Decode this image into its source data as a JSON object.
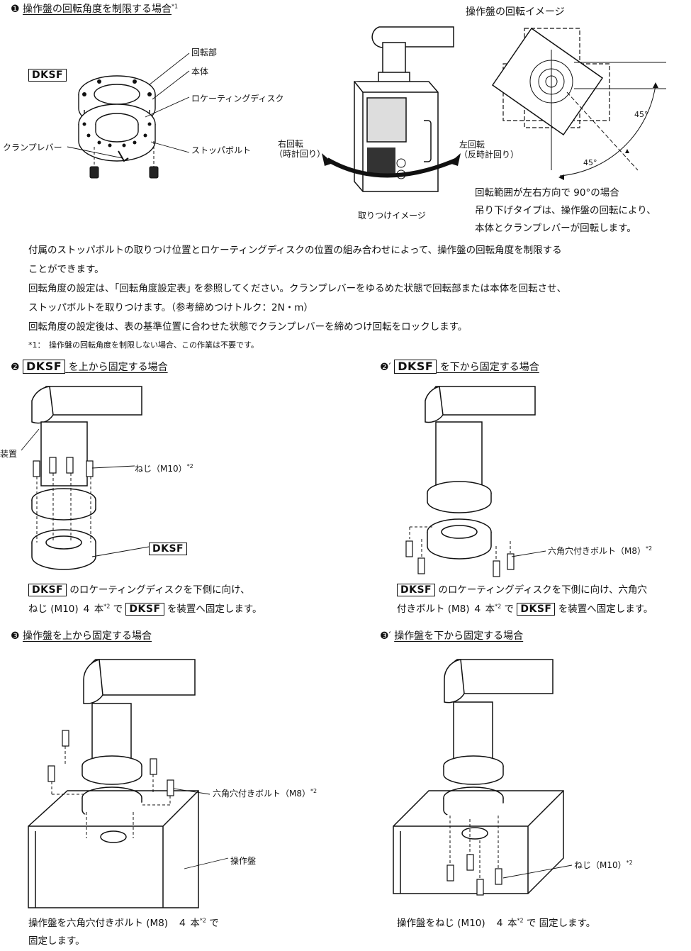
{
  "section1": {
    "num": "❶",
    "title": "操作盤の回転角度を制限する場合",
    "title_note": "*1",
    "rot_image_title": "操作盤の回転イメージ",
    "tag": "DKSF",
    "labels": {
      "rotating_part": "回転部",
      "body": "本体",
      "locating_disc": "ロケーティングディスク",
      "clamp_lever": "クランプレバー",
      "stopper_bolt": "ストッパボルト"
    },
    "rot_right_line1": "右回転",
    "rot_right_line2": "（時計回り）",
    "rot_left_line1": "左回転",
    "rot_left_line2": "（反時計回り）",
    "mount_caption": "取りつけイメージ",
    "angle1": "45°",
    "angle2": "45°",
    "caption_line1": "回転範囲が左右方向で 90°の場合",
    "caption_line2": "吊り下げタイプは、操作盤の回転により、",
    "caption_line3": "本体とクランプレバーが回転します。"
  },
  "body_text": {
    "line1": "付属のストッパボルトの取りつけ位置とロケーティングディスクの位置の組み合わせによって、操作盤の回転角度を制限する",
    "line2": "ことができます。",
    "line3": "回転角度の設定は、｢回転角度設定表｣ を参照してください。クランプレバーをゆるめた状態で回転部または本体を回転させ、",
    "line4": "ストッパボルトを取りつけます。（参考締めつけトルク：2N・m）",
    "line5": "回転角度の設定後は、表の基準位置に合わせた状態でクランプレバーを締めつけ回転をロックします。",
    "footnote": "*1：　操作盤の回転角度を制限しない場合、この作業は不要です。"
  },
  "section2": {
    "num": "❷",
    "tag": "DKSF",
    "title": "を上から固定する場合",
    "label_device": "装置",
    "label_screw": "ねじ（M10）",
    "note": "*2",
    "label_tag": "DKSF",
    "cap_tag1": "DKSF",
    "cap_text1": "のロケーティングディスクを下側に向け、",
    "cap_text2a": "ねじ (M10) ４ 本",
    "cap_text2b": " で ",
    "cap_tag2": "DKSF",
    "cap_text2c": " を装置へ固定します。"
  },
  "section2b": {
    "num": "❷′",
    "tag": "DKSF",
    "title": "を下から固定する場合",
    "label_bolt": "六角穴付きボルト（M8）",
    "note": "*2",
    "cap_tag1": "DKSF",
    "cap_text1": "のロケーティングディスクを下側に向け、六角穴",
    "cap_text2a": "付きボルト (M8) ４ 本",
    "cap_text2b": " で ",
    "cap_tag2": "DKSF",
    "cap_text2c": " を装置へ固定します。"
  },
  "section3": {
    "num": "❸",
    "title": "操作盤を上から固定する場合",
    "label_bolt": "六角穴付きボルト（M8）",
    "note": "*2",
    "label_panel": "操作盤",
    "cap_line1a": "操作盤を六角穴付きボルト (M8)　４ 本",
    "cap_line1b": " で",
    "cap_line2": "固定します。"
  },
  "section3b": {
    "num": "❸′",
    "title": "操作盤を下から固定する場合",
    "label_screw": "ねじ（M10）",
    "note": "*2",
    "cap_line1a": "操作盤をねじ (M10)　４ 本",
    "cap_line1b": " で 固定します。"
  }
}
